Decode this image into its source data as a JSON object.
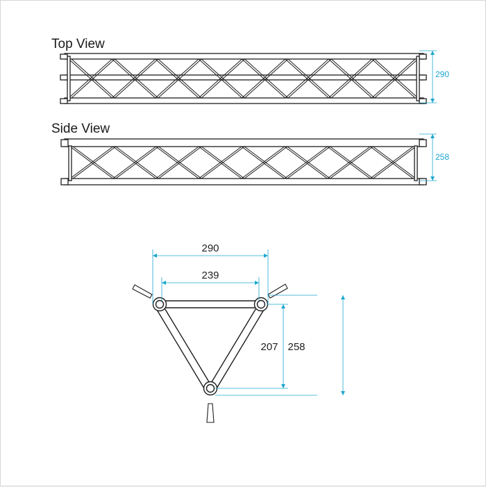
{
  "views": {
    "top": {
      "title": "Top View",
      "height_dim": "290"
    },
    "side": {
      "title": "Side View",
      "height_dim": "258"
    },
    "section": {
      "outer_width_dim": "290",
      "inner_width_dim": "239",
      "inner_height_dim": "207",
      "outer_height_dim": "258"
    }
  },
  "colors": {
    "outline": "#1e1e1e",
    "dimension": "#1ea6cf",
    "leader": "#8a8a8a",
    "background": "#ffffff"
  }
}
